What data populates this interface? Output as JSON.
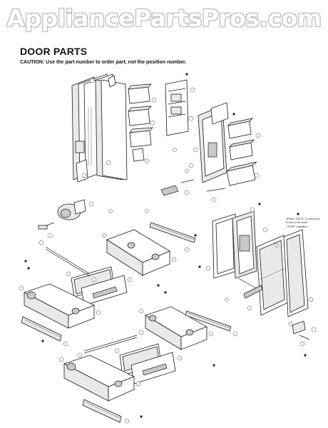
{
  "watermark": {
    "text": "AppliancePartsPros.com"
  },
  "header": {
    "title": "DOOR PARTS",
    "caution": "CAUTION: Use the part number to order part, not the position number."
  },
  "note": {
    "lines": [
      "When \"231A\" is serviced,",
      "It has to be used",
      "\"231B\" together."
    ]
  }
}
